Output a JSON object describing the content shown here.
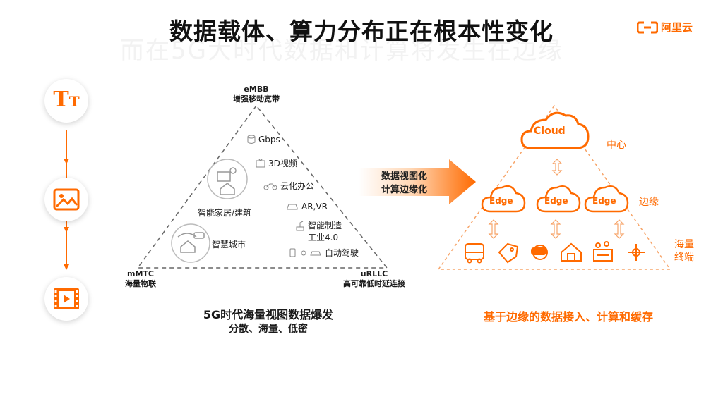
{
  "header": {
    "title": "数据载体、算力分布正在根本性变化",
    "ghost_text": "而在5G大时代数据和计算将发生在边缘",
    "logo_text": "阿里云",
    "brand_color": "#ff6a00"
  },
  "left_flow": {
    "icons": [
      "text-format-icon",
      "image-icon",
      "video-icon"
    ],
    "letters": "TT"
  },
  "triangle": {
    "top_title": "eMBB",
    "top_subtitle": "增强移动宽带",
    "left_title": "mMTC",
    "left_subtitle": "海量物联",
    "right_title": "uRLLC",
    "right_subtitle": "高可靠低时延连接",
    "items": {
      "gbps": "Gbps",
      "video3d": "3D视频",
      "cloud_office": "云化办公",
      "smart_home": "智能家居/建筑",
      "arvr": "AR,VR",
      "smart_mfg_1": "智能制造",
      "smart_mfg_2": "工业4.0",
      "smart_city": "智慧城市",
      "auto_drive": "自动驾驶"
    },
    "caption_main": "5G时代海量视图数据爆发",
    "caption_sub": "分散、海量、低密"
  },
  "arrow": {
    "line1": "数据视图化",
    "line2": "计算边缘化"
  },
  "edge_diagram": {
    "cloud_label": "Cloud",
    "edge_labels": [
      "Edge",
      "Edge",
      "Edge"
    ],
    "level_center": "中心",
    "level_edge": "边缘",
    "level_device_1": "海量",
    "level_device_2": "终端",
    "device_icons": [
      "bus-icon",
      "tag-icon",
      "vr-headset-icon",
      "house-icon",
      "factory-icon",
      "drone-icon"
    ],
    "caption": "基于边缘的数据接入、计算和缓存"
  }
}
